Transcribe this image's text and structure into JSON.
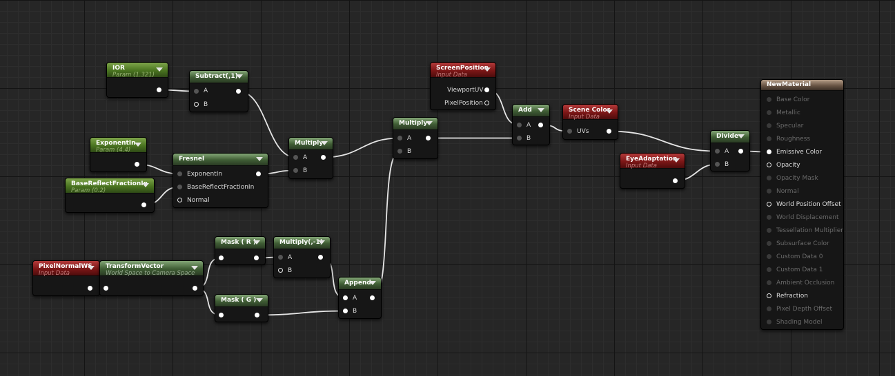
{
  "colors": {
    "wire": "#e6e6e6",
    "scalar_param_header": "#4a7420",
    "function_header": "#3f5d34",
    "input_data_header": "#7c1616",
    "material_header": "#6a5646"
  },
  "nodes": {
    "ior": {
      "title": "IOR",
      "subtitle": "Param (1.321)"
    },
    "subtract": {
      "title": "Subtract(,1)",
      "pin_a": "A",
      "pin_b": "B"
    },
    "exponent_in": {
      "title": "ExponentIn",
      "subtitle": "Param (4.4)"
    },
    "base_reflect": {
      "title": "BaseReflectFractionIn",
      "subtitle": "Param (0.2)"
    },
    "fresnel": {
      "title": "Fresnel",
      "pin_exponent": "ExponentIn",
      "pin_base": "BaseReflectFractionIn",
      "pin_normal": "Normal"
    },
    "multiply1": {
      "title": "Multiply",
      "pin_a": "A",
      "pin_b": "B"
    },
    "multiply2": {
      "title": "Multiply",
      "pin_a": "A",
      "pin_b": "B"
    },
    "screen_position": {
      "title": "ScreenPosition",
      "subtitle": "Input Data",
      "pin_viewport": "ViewportUV",
      "pin_pixel": "PixelPosition"
    },
    "add": {
      "title": "Add",
      "pin_a": "A",
      "pin_b": "B"
    },
    "scene_color": {
      "title": "Scene Color",
      "subtitle": "Input Data",
      "pin_uvs": "UVs"
    },
    "eye_adaptation": {
      "title": "EyeAdaptation",
      "subtitle": "Input Data"
    },
    "divide": {
      "title": "Divide",
      "pin_a": "A",
      "pin_b": "B"
    },
    "pixel_normal": {
      "title": "PixelNormalWS",
      "subtitle": "Input Data"
    },
    "transform_vector": {
      "title": "TransformVector",
      "subtitle": "World Space to Camera Space"
    },
    "mask_r": {
      "title": "Mask ( R )"
    },
    "mask_g": {
      "title": "Mask ( G )"
    },
    "multiply_neg": {
      "title": "Multiply(,-1)",
      "pin_a": "A",
      "pin_b": "B"
    },
    "append": {
      "title": "Append",
      "pin_a": "A",
      "pin_b": "B"
    }
  },
  "material": {
    "title": "NewMaterial",
    "inputs": [
      {
        "label": "Base Color",
        "enabled": false,
        "connected": false
      },
      {
        "label": "Metallic",
        "enabled": false,
        "connected": false
      },
      {
        "label": "Specular",
        "enabled": false,
        "connected": false
      },
      {
        "label": "Roughness",
        "enabled": false,
        "connected": false
      },
      {
        "label": "Emissive Color",
        "enabled": true,
        "connected": true
      },
      {
        "label": "Opacity",
        "enabled": true,
        "connected": false
      },
      {
        "label": "Opacity Mask",
        "enabled": false,
        "connected": false
      },
      {
        "label": "Normal",
        "enabled": false,
        "connected": false
      },
      {
        "label": "World Position Offset",
        "enabled": true,
        "connected": false
      },
      {
        "label": "World Displacement",
        "enabled": false,
        "connected": false
      },
      {
        "label": "Tessellation Multiplier",
        "enabled": false,
        "connected": false
      },
      {
        "label": "Subsurface Color",
        "enabled": false,
        "connected": false
      },
      {
        "label": "Custom Data 0",
        "enabled": false,
        "connected": false
      },
      {
        "label": "Custom Data 1",
        "enabled": false,
        "connected": false
      },
      {
        "label": "Ambient Occlusion",
        "enabled": false,
        "connected": false
      },
      {
        "label": "Refraction",
        "enabled": true,
        "connected": false
      },
      {
        "label": "Pixel Depth Offset",
        "enabled": false,
        "connected": false
      },
      {
        "label": "Shading Model",
        "enabled": false,
        "connected": false
      }
    ]
  }
}
